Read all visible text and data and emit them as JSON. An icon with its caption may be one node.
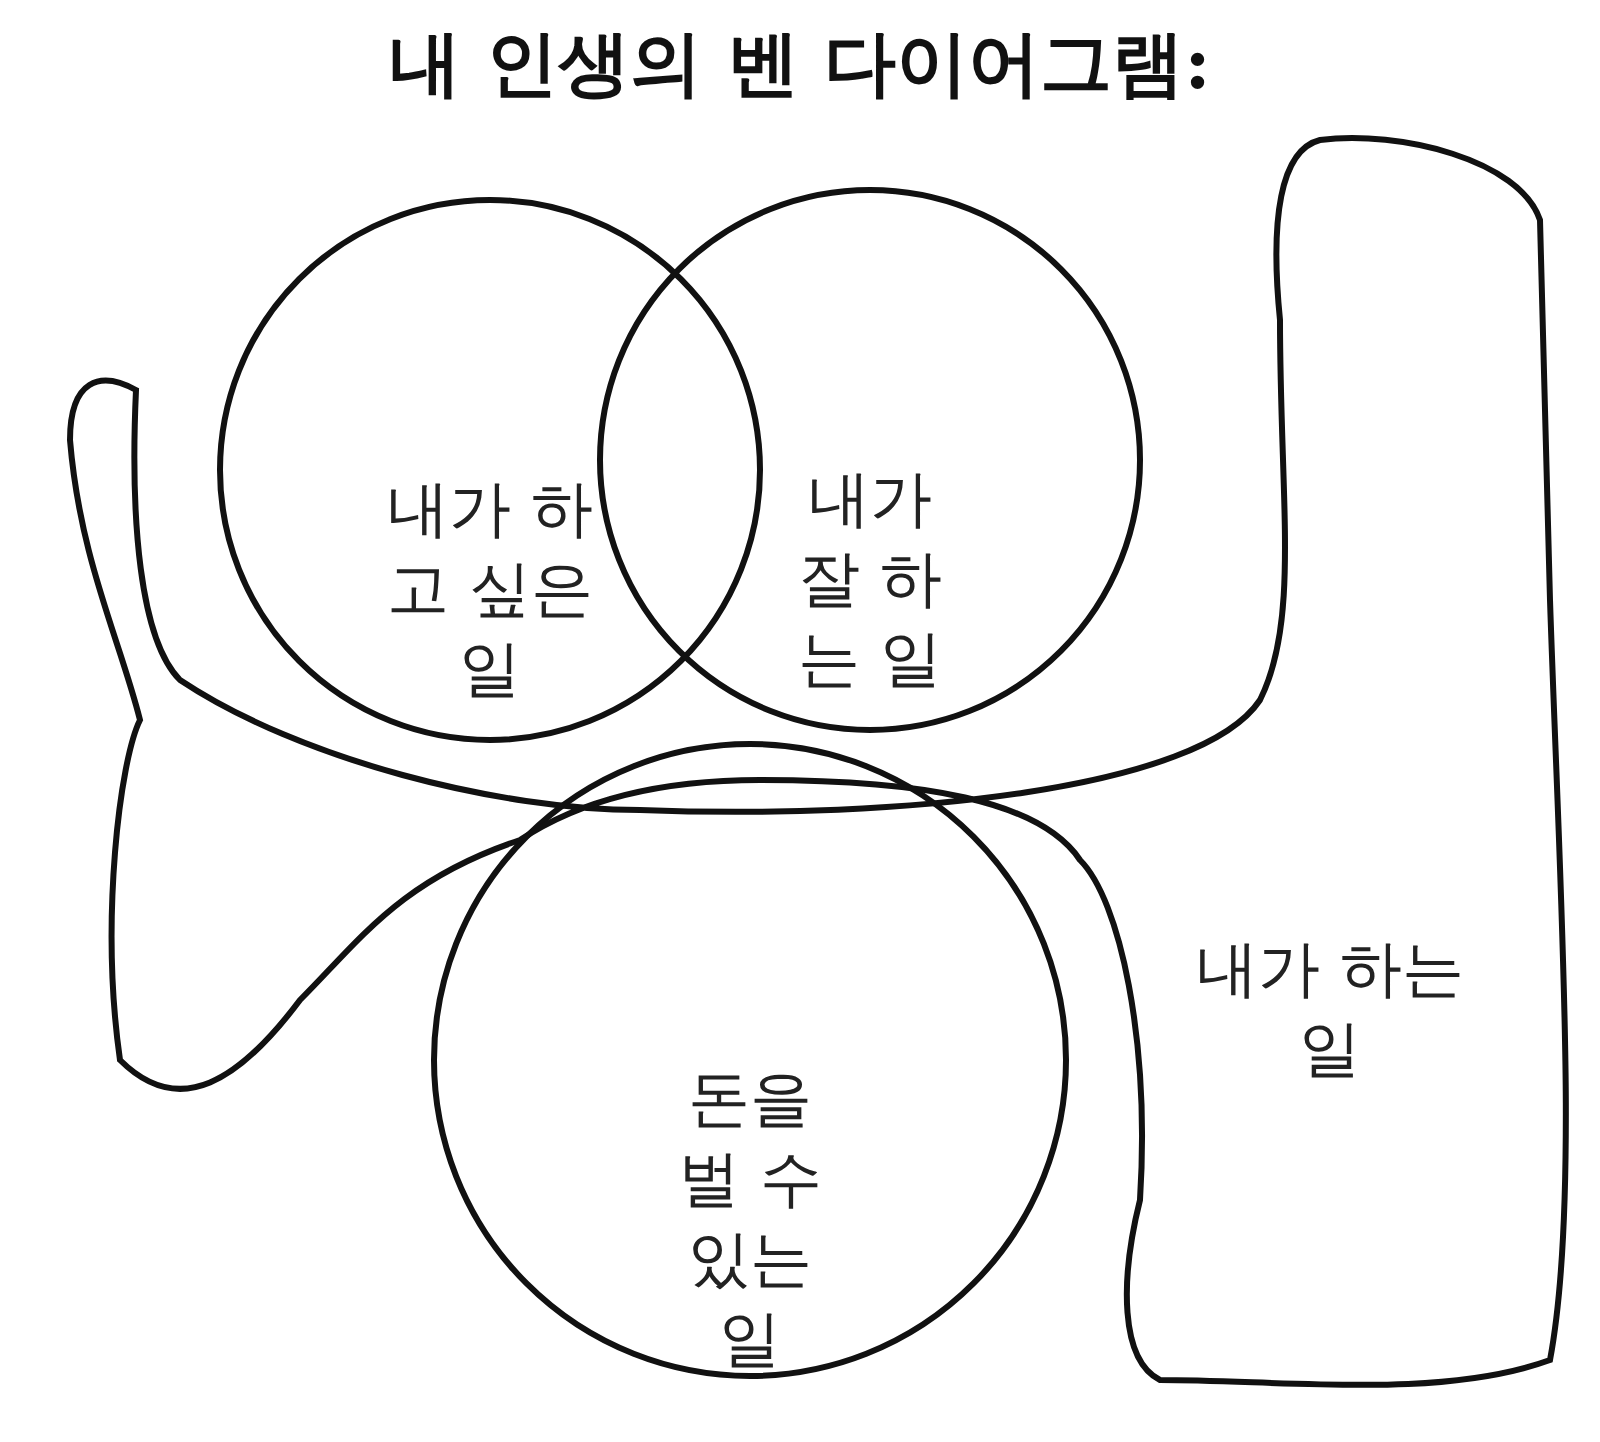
{
  "diagram": {
    "title": "내 인생의 벤 다이어그램:",
    "nodes": [
      {
        "text": [
          "내가 하고 싶은 일"
        ]
      },
      {
        "text": [
          "내가 잘 하는 일"
        ]
      },
      {
        "text": [
          "돈을 벌 수 있는 일"
        ]
      },
      {
        "text": [
          "내가 하는 일"
        ]
      }
    ]
  }
}
